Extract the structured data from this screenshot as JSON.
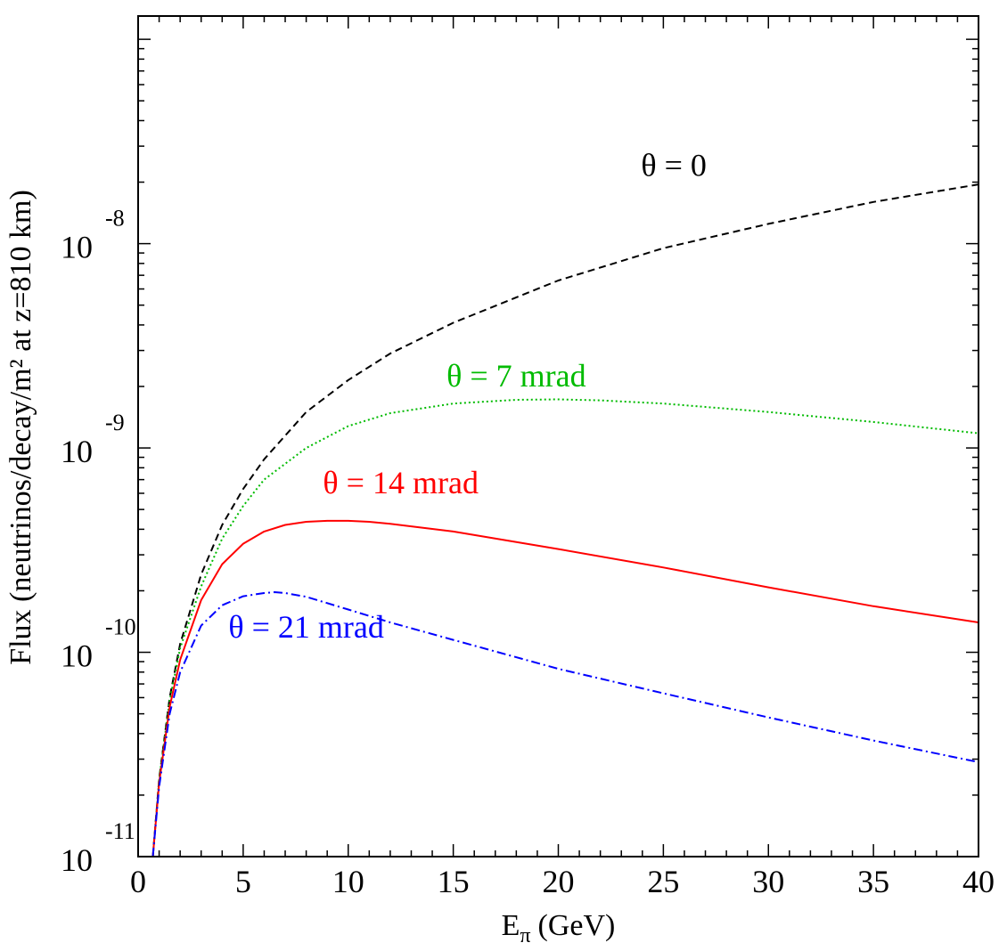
{
  "chart_data": {
    "type": "line",
    "xlabel": "E",
    "xlabel_sub": "π",
    "xlabel_unit": "(GeV)",
    "ylabel": "Flux (neutrinos/decay/m² at z=810 km)",
    "xlim": [
      0,
      40
    ],
    "ylim": [
      1e-11,
      1.3e-07
    ],
    "yscale": "log",
    "grid": false,
    "x_ticks": [
      "0",
      "5",
      "10",
      "15",
      "20",
      "25",
      "30",
      "35",
      "40"
    ],
    "y_ticks": [
      {
        "base": "10",
        "exp": "-11"
      },
      {
        "base": "10",
        "exp": "-10"
      },
      {
        "base": "10",
        "exp": "-9"
      },
      {
        "base": "10",
        "exp": "-8"
      }
    ],
    "series": [
      {
        "name": "θ = 0",
        "color": "#000000",
        "dash": "dashed",
        "x": [
          0.7,
          1,
          1.5,
          2,
          3,
          4,
          5,
          6,
          8,
          10,
          12,
          15,
          20,
          25,
          30,
          35,
          40
        ],
        "y": [
          1e-11,
          2.4e-11,
          6e-11,
          1.1e-10,
          2.4e-10,
          4.2e-10,
          6.3e-10,
          8.8e-10,
          1.5e-09,
          2.15e-09,
          2.9e-09,
          4.1e-09,
          6.6e-09,
          9.5e-09,
          1.25e-08,
          1.6e-08,
          1.95e-08
        ]
      },
      {
        "name": "θ = 7 mrad",
        "color": "#00bb00",
        "dash": "dotted",
        "x": [
          0.7,
          1,
          1.5,
          2,
          3,
          4,
          5,
          6,
          8,
          10,
          12,
          15,
          18,
          20,
          22,
          25,
          30,
          35,
          40
        ],
        "y": [
          1e-11,
          2.4e-11,
          5.8e-11,
          1.05e-10,
          2.1e-10,
          3.6e-10,
          5.2e-10,
          7e-10,
          1e-09,
          1.28e-09,
          1.48e-09,
          1.65e-09,
          1.72e-09,
          1.73e-09,
          1.71e-09,
          1.65e-09,
          1.5e-09,
          1.34e-09,
          1.18e-09
        ]
      },
      {
        "name": "θ = 14 mrad",
        "color": "#ff0000",
        "dash": "solid",
        "x": [
          0.7,
          1,
          1.5,
          2,
          3,
          4,
          5,
          6,
          7,
          8,
          9,
          10,
          11,
          12,
          15,
          20,
          25,
          30,
          35,
          40
        ],
        "y": [
          1e-11,
          2.3e-11,
          5.4e-11,
          9.2e-11,
          1.8e-10,
          2.7e-10,
          3.4e-10,
          3.9e-10,
          4.2e-10,
          4.35e-10,
          4.4e-10,
          4.4e-10,
          4.35e-10,
          4.25e-10,
          3.9e-10,
          3.2e-10,
          2.6e-10,
          2.08e-10,
          1.68e-10,
          1.4e-10
        ]
      },
      {
        "name": "θ = 21 mrad",
        "color": "#0000ff",
        "dash": "dashdot",
        "x": [
          0.7,
          1,
          1.5,
          2,
          3,
          4,
          5,
          6,
          6.5,
          7,
          8,
          10,
          12,
          15,
          20,
          25,
          30,
          35,
          40
        ],
        "y": [
          1e-11,
          2.2e-11,
          5e-11,
          8e-11,
          1.35e-10,
          1.7e-10,
          1.88e-10,
          1.95e-10,
          1.97e-10,
          1.95e-10,
          1.87e-10,
          1.62e-10,
          1.4e-10,
          1.15e-10,
          8.3e-11,
          6.3e-11,
          4.8e-11,
          3.7e-11,
          2.9e-11
        ]
      }
    ],
    "annotations": [
      {
        "text": "θ = 0",
        "color": "#000000",
        "x": 25.5,
        "y": 2.15e-08
      },
      {
        "text": "θ = 7 mrad",
        "color": "#00bb00",
        "x": 18.0,
        "y": 2e-09
      },
      {
        "text": "θ = 14 mrad",
        "color": "#ff0000",
        "x": 12.5,
        "y": 6e-10
      },
      {
        "text": "θ = 21 mrad",
        "color": "#0000ff",
        "x": 8.0,
        "y": 1.18e-10
      }
    ]
  }
}
